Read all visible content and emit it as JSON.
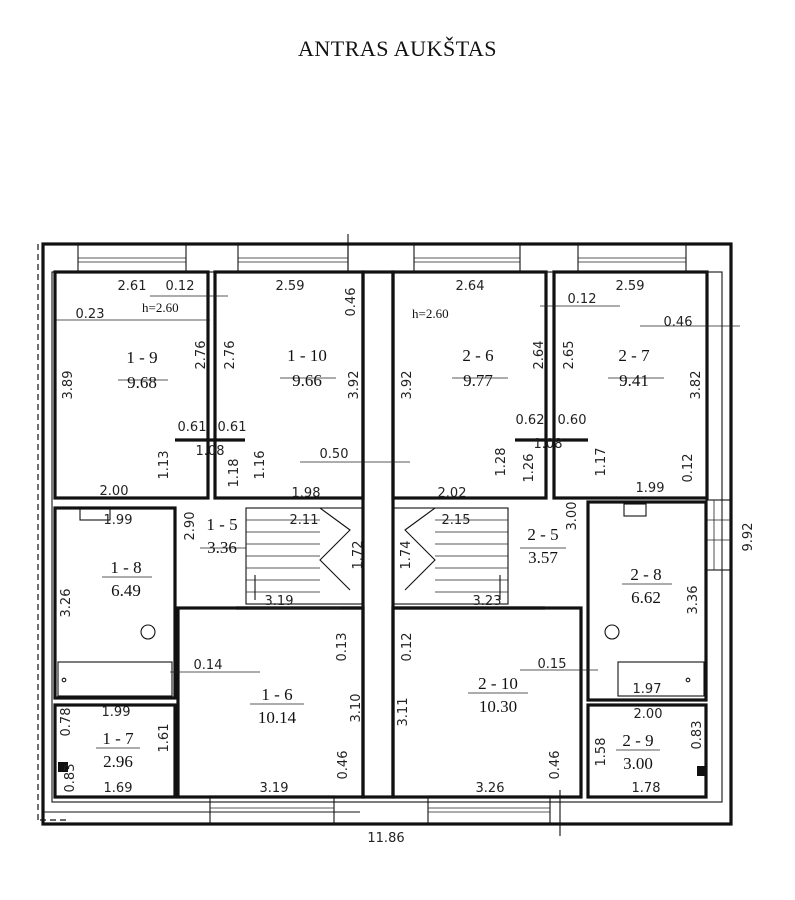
{
  "title": "ANTRAS AUKŠTAS",
  "notes": {
    "height_left": "h=2.60",
    "height_right": "h=2.60"
  },
  "rooms": [
    {
      "id": "1-9",
      "number": "1 - 9",
      "area": "9.68"
    },
    {
      "id": "1-10",
      "number": "1 - 10",
      "area": "9.66"
    },
    {
      "id": "2-6",
      "number": "2 - 6",
      "area": "9.77"
    },
    {
      "id": "2-7",
      "number": "2 - 7",
      "area": "9.41"
    },
    {
      "id": "1-5",
      "number": "1 - 5",
      "area": "3.36"
    },
    {
      "id": "2-5",
      "number": "2 - 5",
      "area": "3.57"
    },
    {
      "id": "1-8",
      "number": "1 - 8",
      "area": "6.49"
    },
    {
      "id": "2-8",
      "number": "2 - 8",
      "area": "6.62"
    },
    {
      "id": "1-6",
      "number": "1 - 6",
      "area": "10.14"
    },
    {
      "id": "2-10",
      "number": "2 - 10",
      "area": "10.30"
    },
    {
      "id": "1-7",
      "number": "1 - 7",
      "area": "2.96"
    },
    {
      "id": "2-9",
      "number": "2 - 9",
      "area": "3.00"
    }
  ],
  "dimensions": [
    "2.61",
    "0.12",
    "2.59",
    "2.64",
    "0.12",
    "2.59",
    "0.23",
    "0.46",
    "0.46",
    "2.76",
    "2.76",
    "3.89",
    "3.92",
    "3.92",
    "2.64",
    "2.65",
    "3.82",
    "0.61",
    "0.61",
    "0.62",
    "0.60",
    "1.08",
    "1.08",
    "1.13",
    "1.18",
    "1.16",
    "0.50",
    "1.28",
    "1.26",
    "1.17",
    "0.12",
    "2.00",
    "1.98",
    "2.02",
    "1.99",
    "1.99",
    "2.90",
    "2.11",
    "2.15",
    "3.00",
    "9.92",
    "3.26",
    "1.72",
    "1.74",
    "3.36",
    "3.19",
    "3.23",
    "0.13",
    "0.12",
    "0.14",
    "0.15",
    "1.97",
    "1.99",
    "2.00",
    "0.78",
    "1.61",
    "3.10",
    "3.11",
    "1.58",
    "0.83",
    "0.83",
    "0.46",
    "0.46",
    "1.69",
    "3.19",
    "3.26",
    "1.78",
    "11.86"
  ]
}
